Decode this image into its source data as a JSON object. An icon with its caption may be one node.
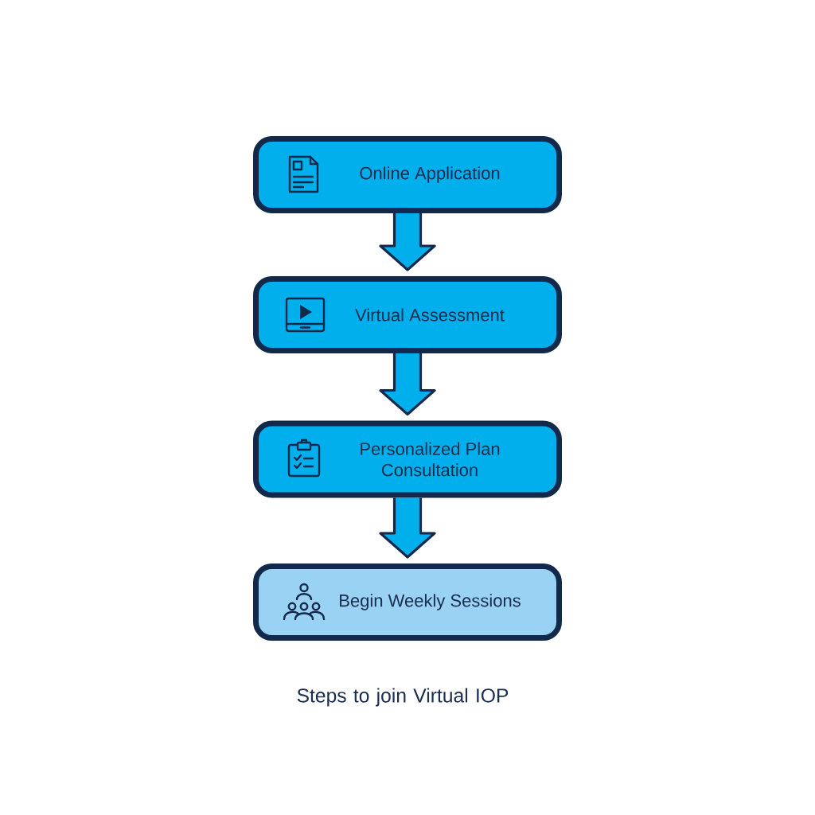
{
  "diagram": {
    "nodes": [
      {
        "text": [
          "Online Application"
        ]
      },
      {
        "text": [
          "Virtual Assessment"
        ]
      },
      {
        "text": [
          "Personalized Plan Consultation"
        ]
      },
      {
        "text": [
          "Begin Weekly Sessions"
        ]
      }
    ],
    "edges": [
      {
        "from": 0,
        "to": 1,
        "arrow": "to"
      },
      {
        "from": 1,
        "to": 2,
        "arrow": "to"
      },
      {
        "from": 2,
        "to": 3,
        "arrow": "to"
      }
    ],
    "caption": "Steps to join Virtual IOP"
  }
}
